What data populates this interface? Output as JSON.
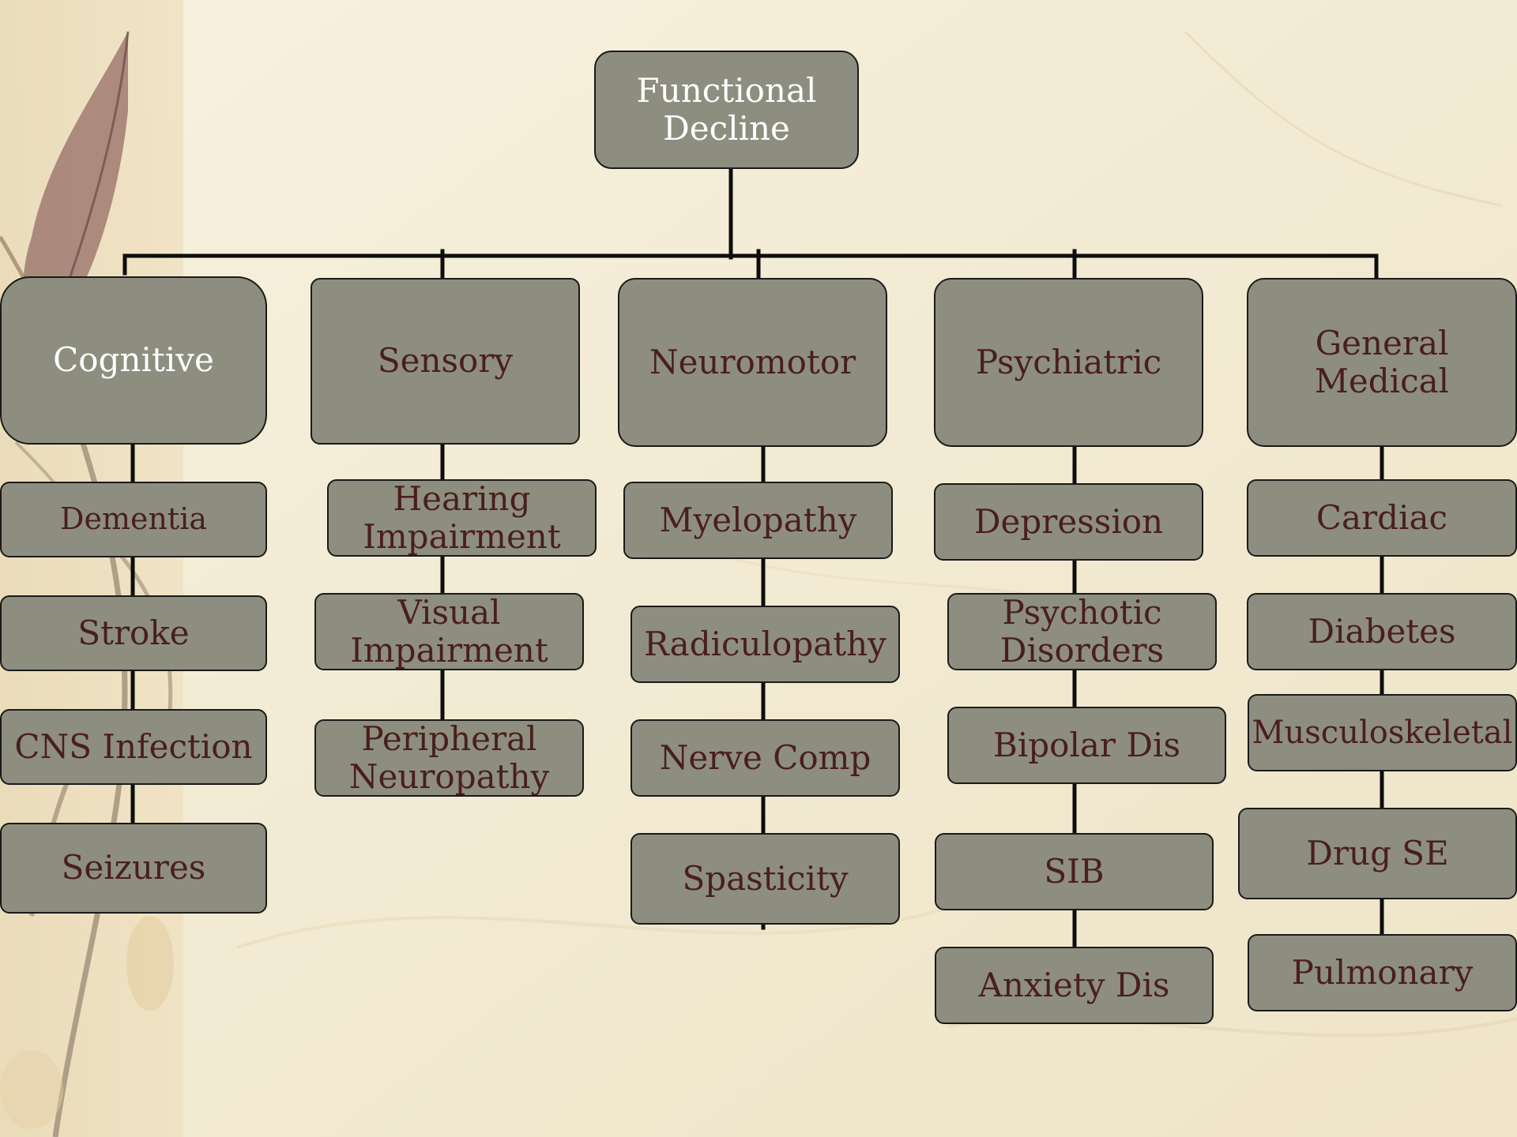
{
  "colors": {
    "box_fill": "#8d8e7f",
    "root_text": "#ffffff",
    "text_dark": "#4a1e1e",
    "line": "#0d0d0d",
    "background": "#f3ecd6"
  },
  "root": {
    "label": "Functional Decline"
  },
  "categories": [
    {
      "label": "Cognitive",
      "items": [
        "Dementia",
        "Stroke",
        "CNS Infection",
        "Seizures"
      ]
    },
    {
      "label": "Sensory",
      "items": [
        "Hearing Impairment",
        "Visual Impairment",
        "Peripheral Neuropathy"
      ]
    },
    {
      "label": "Neuromotor",
      "items": [
        "Myelopathy",
        "Radiculopathy",
        "Nerve Comp",
        "Spasticity"
      ]
    },
    {
      "label": "Psychiatric",
      "items": [
        "Depression",
        "Psychotic Disorders",
        "Bipolar Dis",
        "SIB",
        "Anxiety Dis"
      ]
    },
    {
      "label": "General Medical",
      "items": [
        "Cardiac",
        "Diabetes",
        "Musculoskeletal",
        "Drug SE",
        "Pulmonary"
      ]
    }
  ]
}
